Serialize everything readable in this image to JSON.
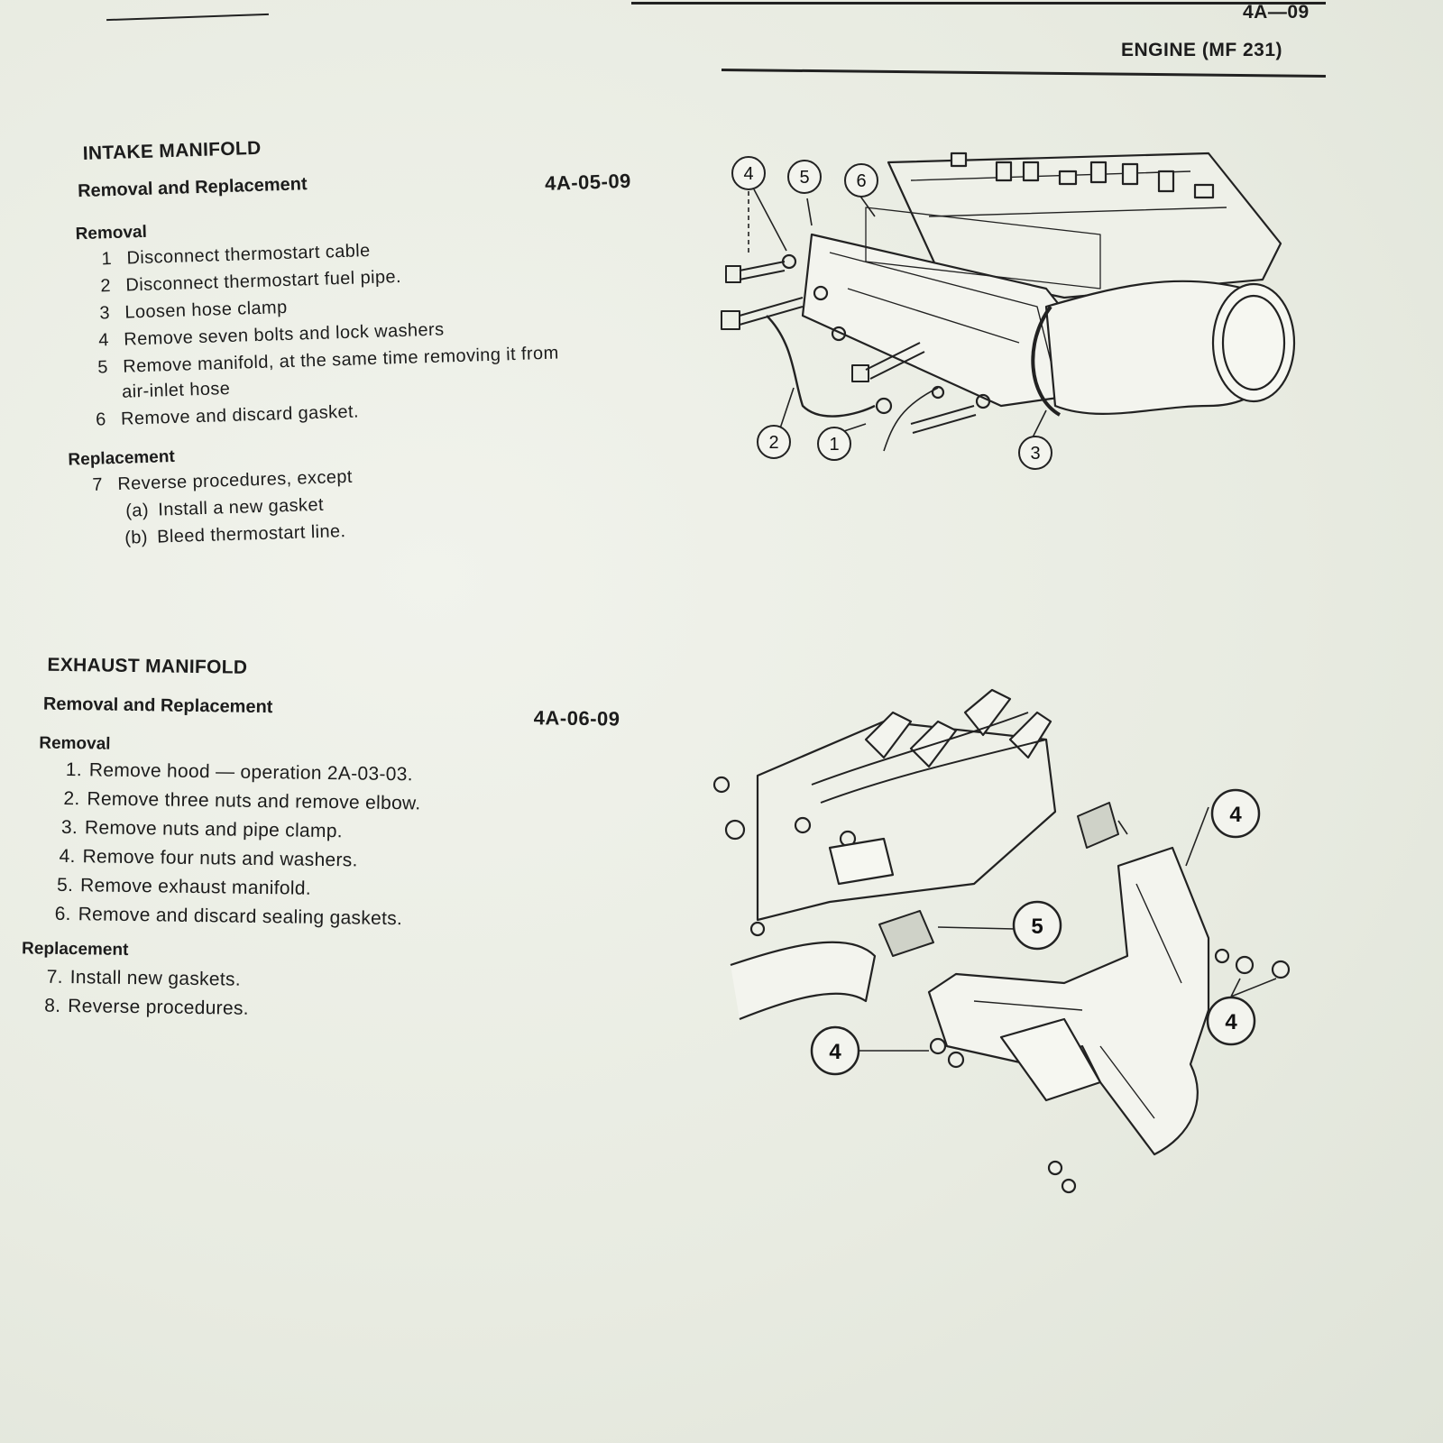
{
  "header": {
    "page_number": "4A—09",
    "section": "ENGINE (MF 231)"
  },
  "intake": {
    "title": "INTAKE MANIFOLD",
    "subtitle": "Removal and Replacement",
    "code": "4A-05-09",
    "removal_label": "Removal",
    "removal_steps": [
      {
        "num": "1",
        "text": "Disconnect thermostart cable"
      },
      {
        "num": "2",
        "text": "Disconnect thermostart fuel pipe."
      },
      {
        "num": "3",
        "text": "Loosen hose clamp"
      },
      {
        "num": "4",
        "text": "Remove seven bolts and lock washers"
      },
      {
        "num": "5",
        "text": "Remove manifold, at the same time removing it from",
        "cont": "air-inlet hose"
      },
      {
        "num": "6",
        "text": "Remove and discard gasket."
      }
    ],
    "replacement_label": "Replacement",
    "replacement_step": {
      "num": "7",
      "text": "Reverse procedures, except"
    },
    "replacement_subs": [
      {
        "num": "(a)",
        "text": "Install a new gasket"
      },
      {
        "num": "(b)",
        "text": "Bleed thermostart line."
      }
    ],
    "callouts": [
      "4",
      "5",
      "6",
      "2",
      "1",
      "3"
    ]
  },
  "exhaust": {
    "title": "EXHAUST MANIFOLD",
    "subtitle": "Removal and Replacement",
    "code": "4A-06-09",
    "removal_label": "Removal",
    "removal_steps": [
      {
        "num": "1.",
        "text": "Remove hood — operation 2A-03-03."
      },
      {
        "num": "2.",
        "text": "Remove three nuts and remove elbow."
      },
      {
        "num": "3.",
        "text": "Remove nuts and pipe clamp."
      },
      {
        "num": "4.",
        "text": "Remove four nuts and washers."
      },
      {
        "num": "5.",
        "text": "Remove exhaust manifold."
      },
      {
        "num": "6.",
        "text": "Remove and discard sealing gaskets."
      }
    ],
    "replacement_label": "Replacement",
    "replacement_steps": [
      {
        "num": "7.",
        "text": "Install new gaskets."
      },
      {
        "num": "8.",
        "text": "Reverse procedures."
      }
    ],
    "callouts": [
      "4",
      "5",
      "4",
      "4"
    ]
  }
}
